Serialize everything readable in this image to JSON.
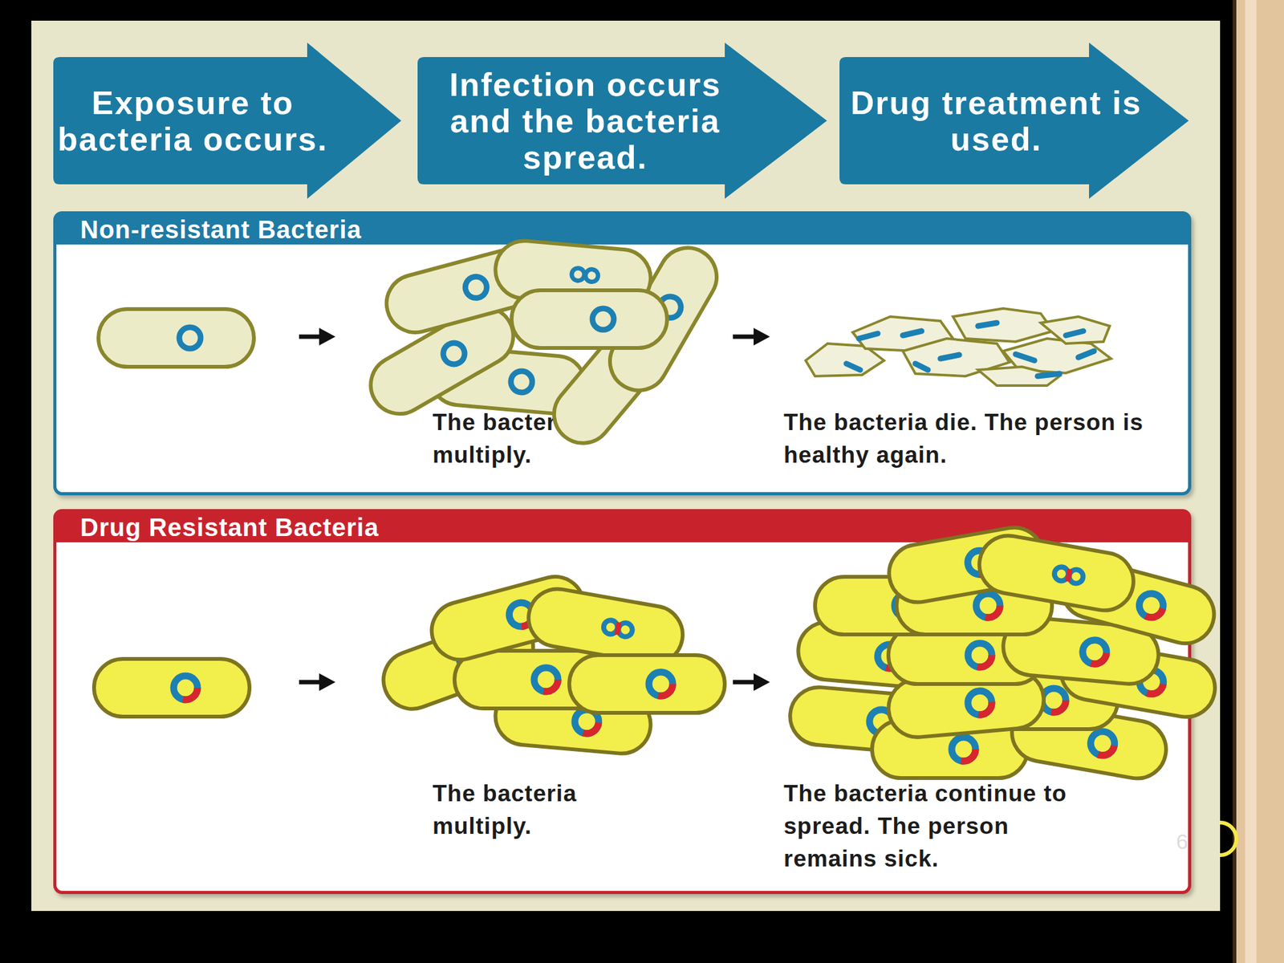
{
  "diagram": {
    "nodes": [
      {
        "text": [
          "Exposure to bacteria occurs."
        ]
      },
      {
        "text": [
          "Infection occurs and the bacteria spread."
        ]
      },
      {
        "text": [
          "Drug treatment is used."
        ]
      },
      {
        "text": [
          "Non-resistant Bacteria"
        ]
      },
      {
        "text": [
          "Drug Resistant Bacteria"
        ]
      }
    ],
    "labels": [
      "The bacteria multiply.",
      "The bacteria die. The person is healthy again.",
      "The bacteria multiply.",
      "The bacteria continue to spread. The person remains sick.",
      "6"
    ]
  }
}
